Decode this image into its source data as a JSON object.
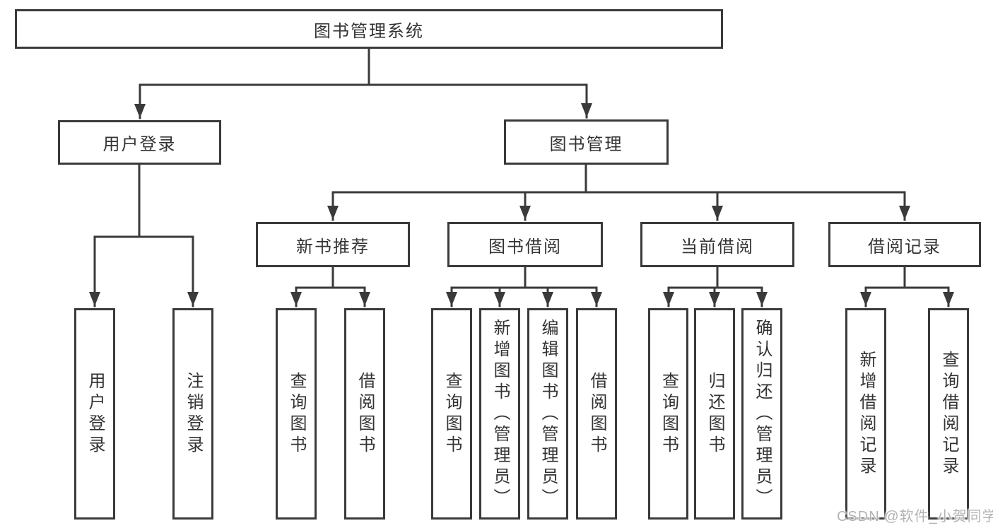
{
  "diagram": {
    "title": "图书管理系统",
    "root": {
      "label": "图书管理系统"
    },
    "level2": {
      "user_login": {
        "label": "用户登录"
      },
      "book_mgmt": {
        "label": "图书管理"
      }
    },
    "level3": {
      "new_book_rec": {
        "label": "新书推荐"
      },
      "book_borrow": {
        "label": "图书借阅"
      },
      "current_borrow": {
        "label": "当前借阅"
      },
      "borrow_records": {
        "label": "借阅记录"
      }
    },
    "leaves": {
      "user_login": [
        "用户登录",
        "注销登录"
      ],
      "new_book_rec": [
        "查询图书",
        "借阅图书"
      ],
      "book_borrow": [
        "查询图书",
        "新增图书（管理员）",
        "编辑图书（管理员）",
        "借阅图书"
      ],
      "current_borrow": [
        "查询图书",
        "归还图书",
        "确认归还（管理员）"
      ],
      "borrow_records": [
        "新增借阅记录",
        "查询借阅记录"
      ]
    }
  },
  "watermark": {
    "text": "CSDN @软件_小贺同学",
    "color": "#b3b3b3"
  },
  "colors": {
    "line": "#3a3a3a",
    "text": "#333333",
    "background": "#ffffff"
  }
}
